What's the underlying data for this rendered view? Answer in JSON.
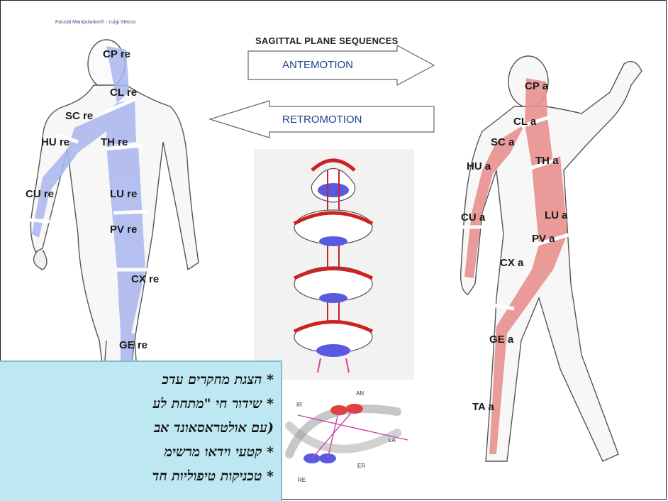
{
  "credit": "Fascial Manipulation® - Luigi Stecco",
  "title": "SAGITTAL PLANE SEQUENCES",
  "antemotion": "ANTEMOTION",
  "retromotion": "RETROMOTION",
  "colors": {
    "retro_band": "#a9b6ef",
    "ante_band": "#e8918f",
    "note_bg": "#bde7f1",
    "arrow_text": "#1f3f8a"
  },
  "left_figure_labels": [
    "CP re",
    "CL re",
    "SC re",
    "HU re",
    "TH re",
    "CU re",
    "LU re",
    "PV re",
    "CX re",
    "GE re"
  ],
  "right_figure_labels": [
    "CP a",
    "CL a",
    "SC a",
    "TH a",
    "HU a",
    "CU a",
    "LU a",
    "PV a",
    "CX a",
    "GE a",
    "TA a"
  ],
  "diagram_labels": {
    "ir": "IR",
    "an": "AN",
    "la": "LA",
    "er": "ER",
    "re": "RE"
  },
  "note_lines": [
    "* הצגת מחקרים עדכ",
    "* שידור חי \"מתחת לע",
    "(עם אולטראסאונד אב",
    "* קטעי וידאו מרשימ",
    "* טכניקות טיפוליות חד"
  ]
}
